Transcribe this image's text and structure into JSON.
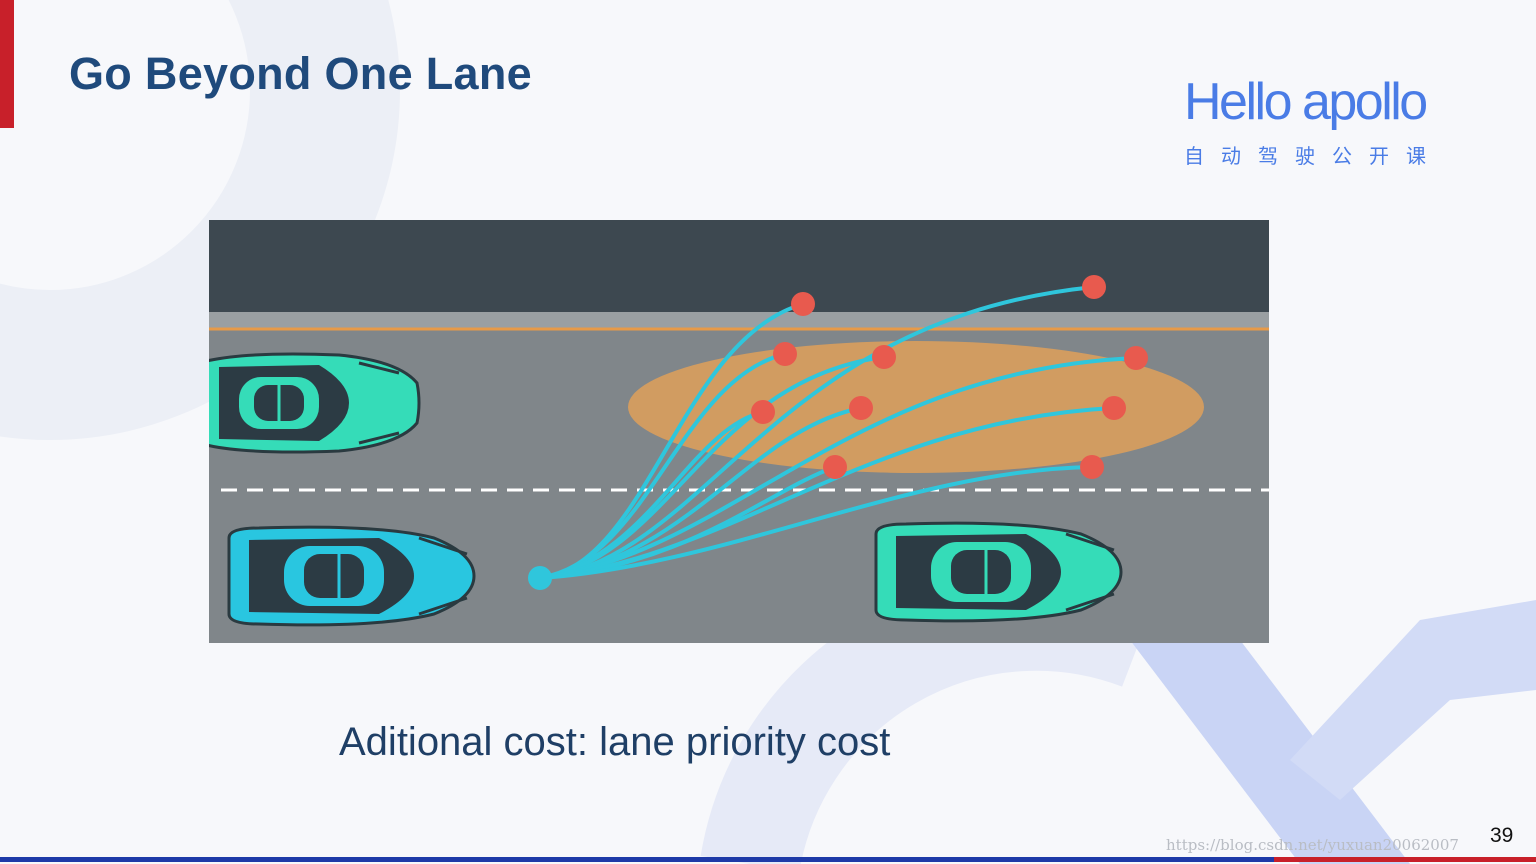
{
  "slide": {
    "title": "Go Beyond One Lane",
    "caption": "Aditional cost: lane priority cost",
    "page_number": "39",
    "watermark": "https://blog.csdn.net/yuxuan20062007"
  },
  "logo": {
    "wordmark": "Hello apollo",
    "subtitle": "自动驾驶公开课"
  },
  "colors": {
    "title": "#1f4a7c",
    "accent_red": "#c8202a",
    "brand_blue": "#4a7ce6",
    "road": "#80868a",
    "trajectory": "#2fc6dc",
    "endpoint": "#e85a4e",
    "cost_zone": "#d99f5c"
  },
  "diagram": {
    "cars": [
      "teal-car",
      "blue-car",
      "teal-car"
    ],
    "icons": [
      "ego-start-point",
      "candidate-endpoint"
    ]
  }
}
